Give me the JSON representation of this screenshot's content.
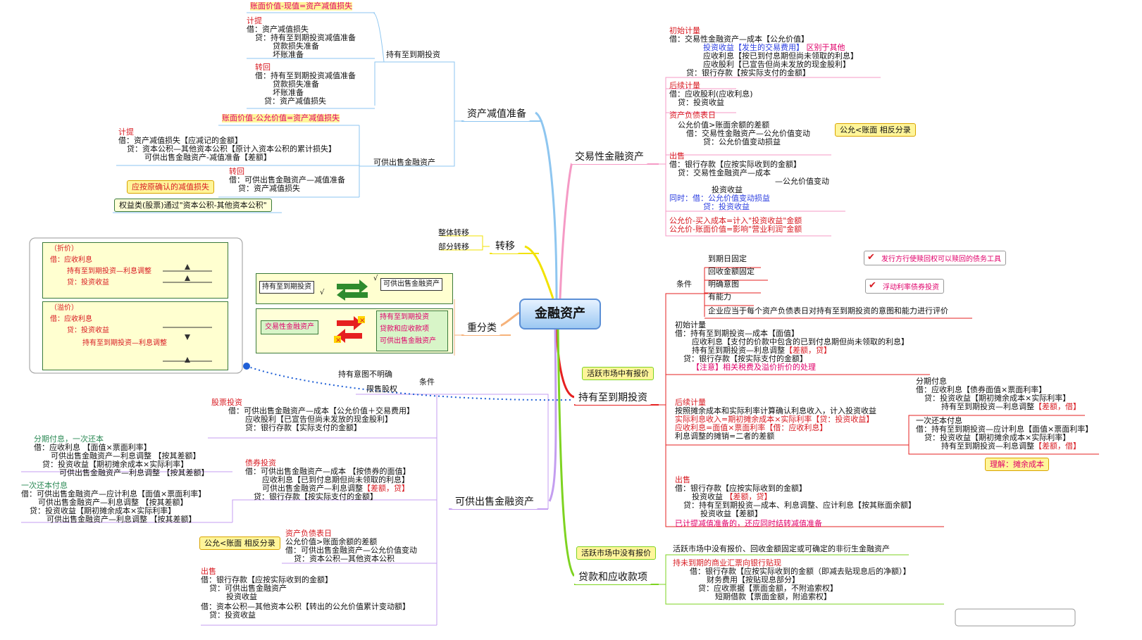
{
  "center": "金融资产",
  "branches": {
    "impairment": "资产减值准备",
    "transfer": "转移",
    "reclass": "重分类",
    "afs": "可供出售金融资产",
    "trading": "交易性金融资产",
    "htm": "持有至到期投资",
    "loans": "贷款和应收款项"
  },
  "impairment": {
    "htm_label": "持有至到期投资",
    "htm_formula": "账面价值-现值=资产减值损失",
    "htm_accrue": [
      "计提",
      "借：资产减值损失",
      "贷：持有至到期投资减值准备",
      "贷款损失准备",
      "坏账准备"
    ],
    "htm_reverse": [
      "转回",
      "借：持有至到期投资减值准备",
      "贷款损失准备",
      "坏账准备",
      "贷：资产减值损失"
    ],
    "afs_label": "可供出售金融资产",
    "afs_formula": "账面价值-公允价值=资产减值损失",
    "afs_accrue": [
      "计提",
      "借：资产减值损失【应减记的金额】",
      "贷：资本公积—其他资本公积【原计入资本公积的累计损失】",
      "可供出售金融资产-减值准备【差额】"
    ],
    "afs_reverse": [
      "转回",
      "借：可供出售金融资产—减值准备",
      "贷：资产减值损失"
    ],
    "note1": "应按原确认的减值损失",
    "note2": "权益类(股票)通过\"资本公积-其他资本公积\""
  },
  "transfer": {
    "items": [
      "整体转移",
      "部分转移"
    ]
  },
  "reclass": {
    "htm": "持有至到期投资",
    "afs": "可供出售金融资产",
    "trading": "交易性金融资产",
    "right": [
      "持有至到期投资",
      "贷款和应收款项",
      "可供出售金融资产"
    ],
    "check": "√"
  },
  "leftbox": {
    "discount": [
      "（折价）",
      "借：应收利息",
      "持有至到期投资—利息调整",
      "贷：投资收益"
    ],
    "premium": [
      "（溢价）",
      "借：应收利息",
      "贷：投资收益",
      "持有至到期投资—利息调整"
    ]
  },
  "afs": {
    "condition_label": "条件",
    "condition_items": [
      "持有意图不明确",
      "限售股权"
    ],
    "stock": [
      "股票投资",
      "借：可供出售金融资产—成本【公允价值＋交易费用】",
      "应收股利【已宣告但尚未发放的现金股利】",
      "贷：银行存款【实际支付的金额】"
    ],
    "bond": [
      "债券投资",
      "借：可供出售金融资产—成本 【按债券的面值】",
      "应收利息【已到付息期但尚未领取的利息】",
      "可供出售金融资产—利息调整",
      "【差额，贷】",
      "贷：银行存款【按实际支付的金额】"
    ],
    "periodic": [
      "分期付息，一次还本",
      "借：应收利息 【面值×票面利率】",
      "可供出售金融资产—利息调整 【按其差额】",
      "贷：投资收益【期初摊余成本×实际利率】",
      "可供出售金融资产—利息调整 【按其差额】"
    ],
    "lump": [
      "一次还本付息",
      "借：可供出售金融资产—应计利息【面值×票面利率】",
      "可供出售金融资产—利息调整 【按其差额】",
      "贷：投资收益【期初摊余成本×实际利率】",
      "可供出售金融资产—利息调整 【按其差额】"
    ],
    "bs_date": [
      "资产负债表日",
      "公允价值>账面余额的差额",
      "借：可供出售金融资产—公允价值变动",
      "贷：资本公积—其他资本公积"
    ],
    "bs_note": "公允<账面 相反分录",
    "sale": [
      "出售",
      "借：银行存款【应按实际收到的金额】",
      "贷：可供出售金融资产",
      "投资收益",
      "借：资本公积—其他资本公积【转出的公允价值累计变动额】",
      "贷：投资收益"
    ]
  },
  "trading": {
    "initial": [
      "初始计量",
      "借：交易性金融资产—成本【公允价值】",
      "投资收益【发生的交易费用】",
      "区别于其他",
      "应收利息【按已到付息期但尚未领取的利息】",
      "应收股利【已宣告但尚未发放的现金股利】",
      "贷：银行存款【按实际支付的金额】"
    ],
    "subsequent": [
      "后续计量",
      "借：应收股利(应收利息)",
      "贷：投资收益"
    ],
    "bs_date": [
      "资产负债表日",
      "公允价值>账面余额的差额",
      "借：交易性金融资产—公允价值变动",
      "贷：公允价值变动损益"
    ],
    "bs_note": "公允<账面 相反分录",
    "sale": [
      "出售",
      "借：银行存款【应按实际收到的金额】",
      "贷：交易性金融资产—成本",
      "—公允价值变动",
      "投资收益",
      "同时：借：公允价值变动损益",
      "贷：投资收益"
    ],
    "formula": [
      "公允价-买入成本=计入\"投资收益\"金额",
      "公允价-账面价值=影响\"营业利润\"金额"
    ]
  },
  "htm": {
    "active_tag": "活跃市场中有报价",
    "condition_label": "条件",
    "conditions": [
      "到期日固定",
      "回收金额固定",
      "明确意图",
      "有能力",
      "企业应当于每个资产负债表日对持有至到期投资的意图和能力进行评价"
    ],
    "tag1": "发行方行使赎回权可以赎回的债务工具",
    "tag2": "浮动利率债券投资",
    "initial": [
      "初始计量",
      "借：持有至到期投资—成本【面值】",
      "应收利息【支付的价款中包含的已到付息期但尚未领取的利息】",
      "持有至到期投资—利息调整",
      "【差额，贷】",
      "贷：银行存款【按实际支付的金额】",
      "【注意】相关税费及溢价折价的处理"
    ],
    "subsequent": [
      "后续计量",
      "按照摊余成本和实际利率计算确认利息收入，计入投资收益",
      "实际利息收入=期初摊余成本×实际利率【贷：投资收益】",
      "应收利息=面值×票面利率【借：应收利息】",
      "利息调整的摊销=二者的差额"
    ],
    "periodic": [
      "分期付息",
      "借：应收利息【债券面值×票面利率】",
      "贷：投资收益【期初摊余成本×实际利率】",
      "持有至到期投资—利息调整",
      "【差额，借】"
    ],
    "lump": [
      "一次还本付息",
      "借：持有至到期投资—应计利息【面值×票面利率】",
      "贷：投资收益【期初摊余成本×实际利率】",
      "持有至到期投资—利息调整",
      "【差额，借】"
    ],
    "understand": "理解：摊余成本",
    "sale": [
      "出售",
      "借：银行存款【应按实际收到的金额】",
      "投资收益",
      "【差额，贷】",
      "贷：持有至到期投资—成本、利息调整、应计利息【按其账面余额】",
      "投资收益【差额】",
      "已计提减值准备的，还应同时结转减值准备"
    ]
  },
  "loans": {
    "tag": "活跃市场中没有报价",
    "def": "活跃市场中没有报价、回收金额固定或可确定的非衍生金融资产",
    "bill": [
      "持未到期的商业汇票向银行贴现",
      "借：银行存款【应按实际收到的金额（即减去贴现息后的净额）】",
      "财务费用【按贴现息部分】",
      "贷：应收票据【票面金额，不附追索权】",
      "短期借款【票面金额，附追索权】"
    ]
  }
}
